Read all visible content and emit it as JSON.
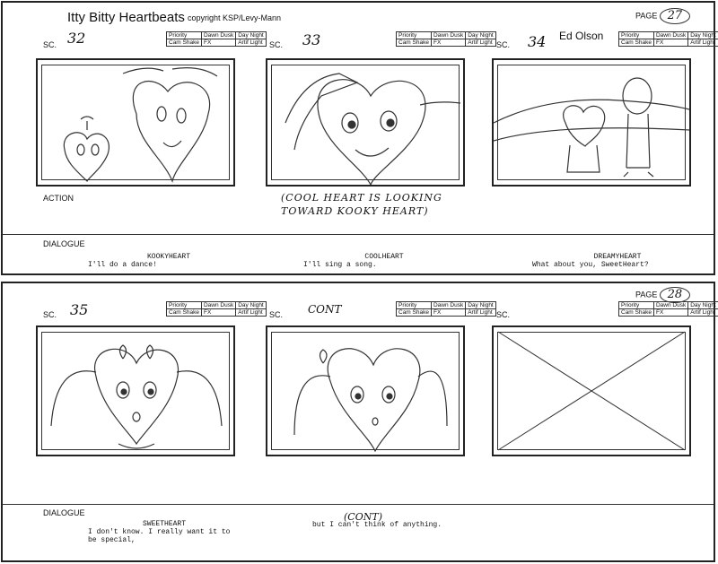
{
  "header": {
    "show_title": "Itty Bitty Heartbeats",
    "copyright": "copyright KSP/Levy-Mann",
    "artist": "Ed Olson"
  },
  "pages": [
    {
      "page_label": "PAGE",
      "page_number": "27",
      "panels": [
        {
          "sc_label": "SC.",
          "scene": "32",
          "grid": [
            [
              "Priority",
              "Dawn Dusk",
              "Day Night"
            ],
            [
              "Cam Shake",
              "FX",
              "Artif Light"
            ]
          ],
          "drawing": "kookyheart-coolheart",
          "action_note": ""
        },
        {
          "sc_label": "SC.",
          "scene": "33",
          "grid": [
            [
              "Priority",
              "Dawn Dusk",
              "Day Night"
            ],
            [
              "Cam Shake",
              "FX",
              "Artif Light"
            ]
          ],
          "drawing": "coolheart-closeup",
          "action_note": "(COOL HEART IS LOOKING TOWARD KOOKY HEART)"
        },
        {
          "sc_label": "SC.",
          "scene": "34",
          "grid": [
            [
              "Priority",
              "Dawn Dusk",
              "Day Night"
            ],
            [
              "Cam Shake",
              "FX",
              "Artif Light"
            ]
          ],
          "drawing": "two-characters-wide",
          "action_note": ""
        }
      ],
      "action_label": "ACTION",
      "dialogue_label": "DIALOGUE",
      "dialogue": [
        {
          "character": "KOOKYHEART",
          "line": "I'll do a dance!"
        },
        {
          "character": "COOLHEART",
          "line": "I'll sing a song."
        },
        {
          "character": "DREAMYHEART",
          "line": "What about you, SweetHeart?"
        }
      ]
    },
    {
      "page_label": "PAGE",
      "page_number": "28",
      "panels": [
        {
          "sc_label": "SC.",
          "scene": "35",
          "grid": [
            [
              "Priority",
              "Dawn Dusk",
              "Day Night"
            ],
            [
              "Cam Shake",
              "FX",
              "Artif Light"
            ]
          ],
          "drawing": "sweetheart-pigtails"
        },
        {
          "sc_label": "SC.",
          "scene": "CONT",
          "grid": [
            [
              "Priority",
              "Dawn Dusk",
              "Day Night"
            ],
            [
              "Cam Shake",
              "FX",
              "Artif Light"
            ]
          ],
          "drawing": "sweetheart-pigtails-2"
        },
        {
          "sc_label": "SC.",
          "scene": "",
          "grid": [
            [
              "Priority",
              "Dawn Dusk",
              "Day Night"
            ],
            [
              "Cam Shake",
              "FX",
              "Artif Light"
            ]
          ],
          "drawing": "blank-x"
        }
      ],
      "dialogue_label": "DIALOGUE",
      "dialogue": [
        {
          "character": "SWEETHEART",
          "line": "I don't know.  I really want it to be special,"
        },
        {
          "character": "(CONT)",
          "line": "but I can't think of anything."
        },
        {
          "character": "",
          "line": ""
        }
      ]
    }
  ]
}
